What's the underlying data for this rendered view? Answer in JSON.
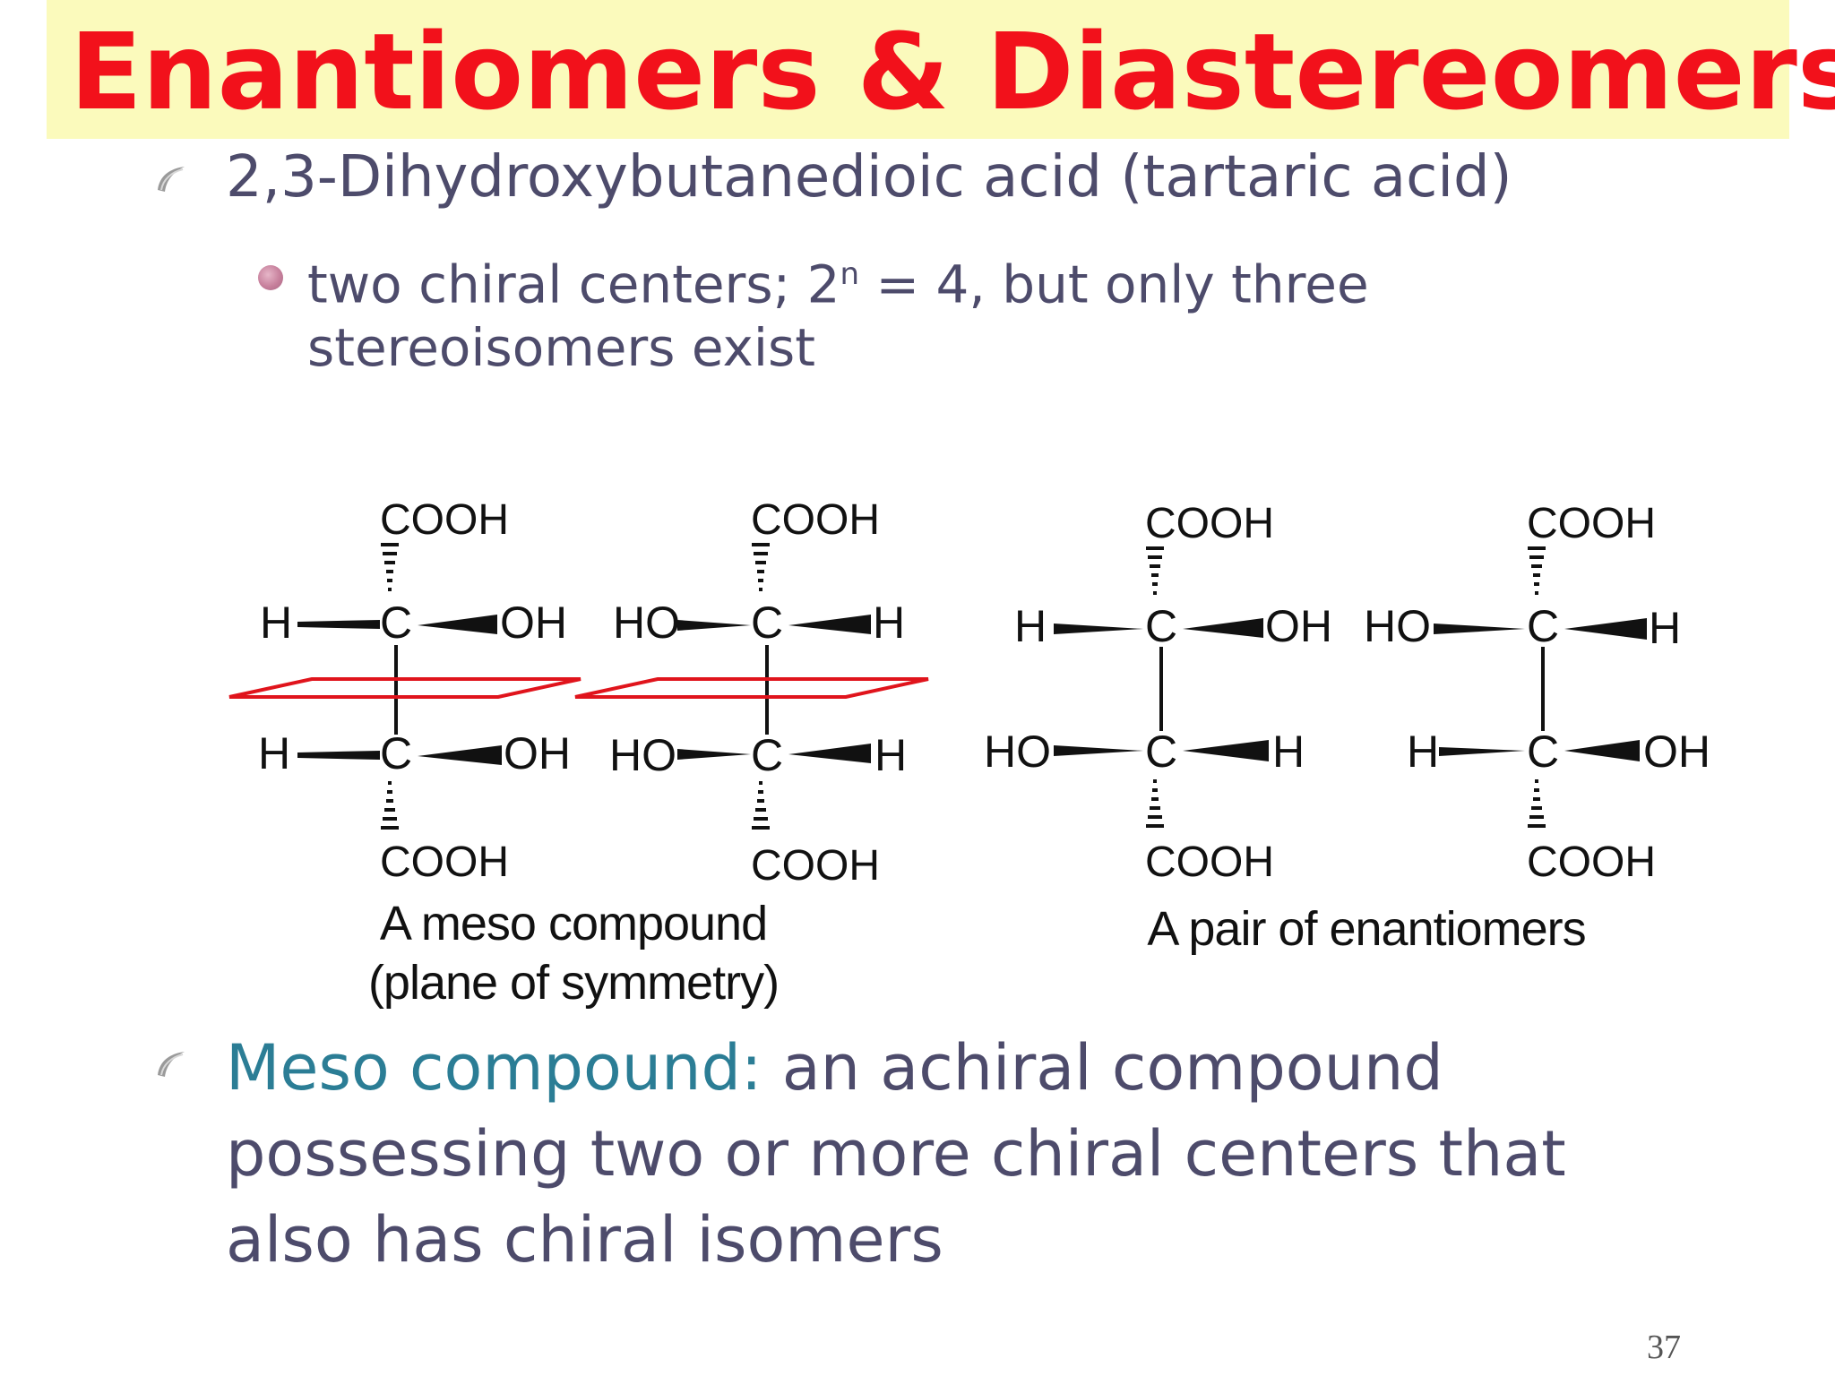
{
  "slide": {
    "title": "Enantiomers & Diastereomers",
    "bullet1": "2,3-Dihydroxybutanedioic acid (tartaric acid)",
    "bullet1_sub_line1_a": "two chiral centers; 2",
    "bullet1_sub_sup": "n",
    "bullet1_sub_line1_b": " = 4, but only three",
    "bullet1_sub_line2": "stereoisomers exist",
    "bullet2_term": "Meso compound:",
    "bullet2_line1_rest": " an achiral compound",
    "bullet2_line2": "possessing two or more chiral centers that",
    "bullet2_line3": "also has chiral isomers",
    "page_number": "37"
  },
  "figure": {
    "caption_meso_line1": "A meso compound",
    "caption_meso_line2": "(plane of symmetry)",
    "caption_enantiomers": "A pair of enantiomers",
    "atoms": {
      "cooh": "COOH",
      "c": "C",
      "h": "H",
      "oh": "OH",
      "ho": "HO"
    }
  },
  "colors": {
    "title": "#f2111b",
    "title_bg": "#fbfabc",
    "body_text": "#4d4b6b",
    "highlight": "#2b7d95",
    "symmetry_plane": "#e0141c"
  },
  "icons": {
    "bullet_level1": "swoosh-bullet-icon",
    "bullet_level2": "round-pink-bullet-icon"
  }
}
